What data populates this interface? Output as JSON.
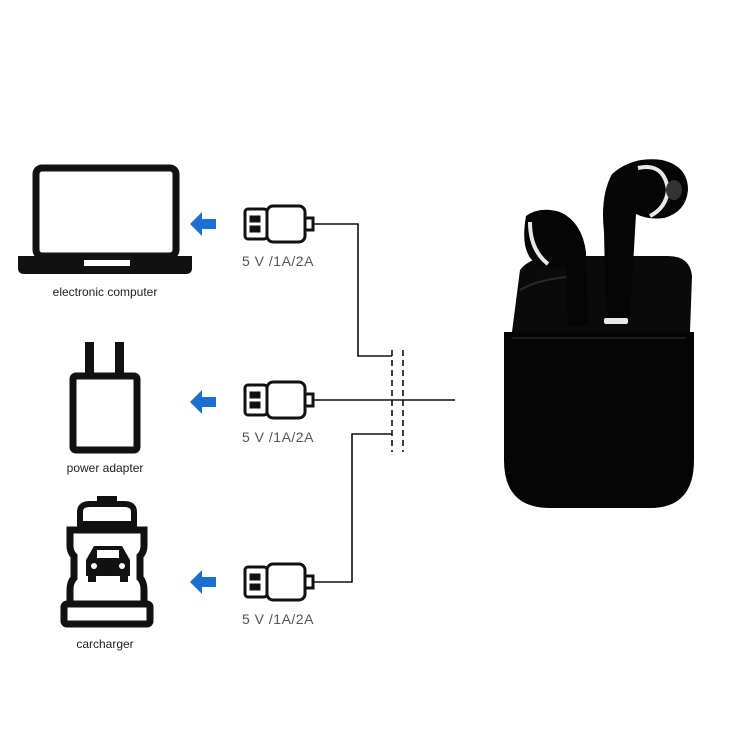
{
  "devices": [
    {
      "label": "electronic computer",
      "icon": "laptop-icon",
      "spec": "5 V /1A/2A"
    },
    {
      "label": "power adapter",
      "icon": "power-adapter-icon",
      "spec": "5 V /1A/2A"
    },
    {
      "label": "carcharger",
      "icon": "car-charger-icon",
      "spec": "5 V /1A/2A"
    }
  ],
  "colors": {
    "arrow": "#1a6fcf",
    "line": "#111111",
    "case": "#050505"
  }
}
